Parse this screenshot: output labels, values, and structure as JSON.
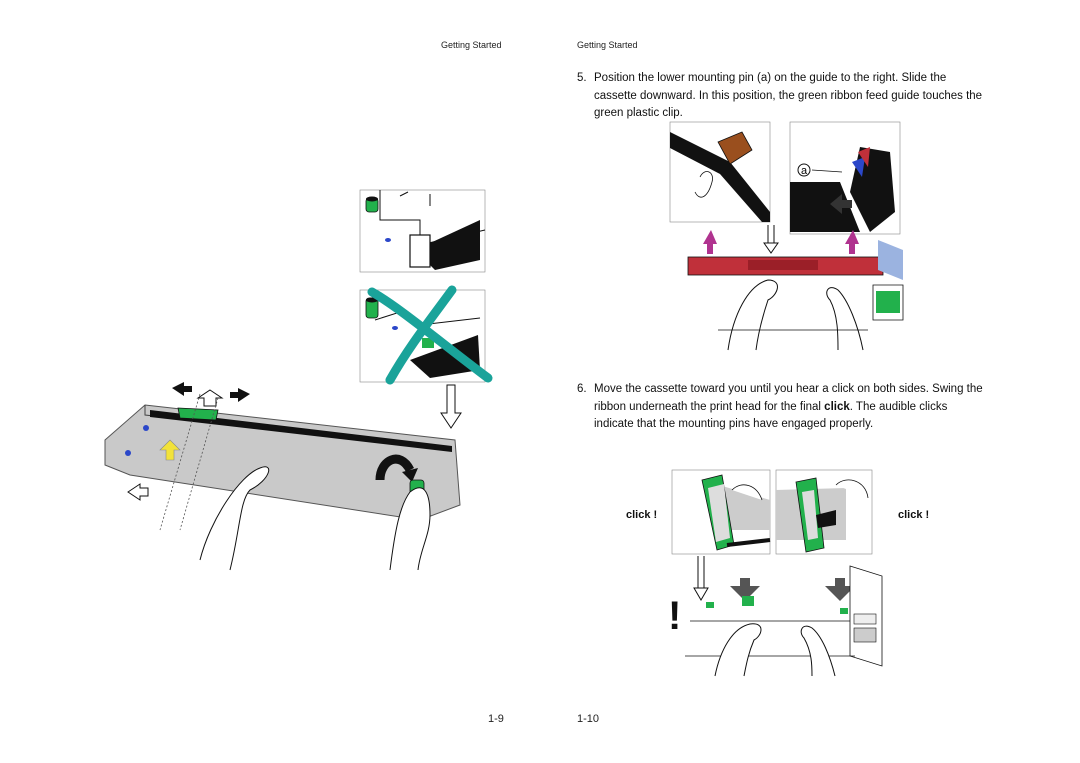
{
  "left_page": {
    "header": "Getting Started",
    "page_number": "1-9"
  },
  "right_page": {
    "header": "Getting Started",
    "page_number": "1-10",
    "steps": [
      {
        "number": "5.",
        "text": "Position the lower mounting pin (a) on the guide to the right. Slide the cassette downward. In this position, the green ribbon feed guide touches the green plastic clip."
      },
      {
        "number": "6.",
        "text_before": "Move the cassette toward you until you hear a click on both sides. Swing the ribbon underneath the print head for the final ",
        "text_bold": "click",
        "text_after": ". The audible clicks indicate that the mounting pins have engaged properly."
      }
    ],
    "figure_label_a": "a",
    "click_left": "click !",
    "click_right": "click !",
    "warning_mark": "!"
  },
  "colors": {
    "green": "#22b14c",
    "teal_cross": "#1aa39a",
    "red_guide": "#c0303a",
    "magenta_arrow": "#b0338f",
    "brown": "#9a4f1e",
    "yellow_arrow": "#f2e23a",
    "blue_pin": "#2b47c9"
  }
}
